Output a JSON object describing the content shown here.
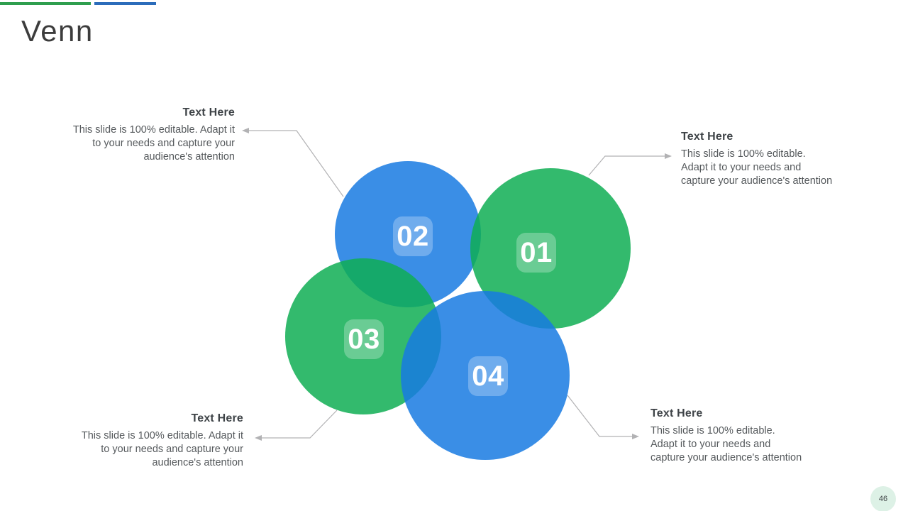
{
  "slide": {
    "title": "Venn",
    "page_number": "46"
  },
  "accent_bars": {
    "green": "#2f9e4e",
    "blue": "#2b6cba"
  },
  "venn": {
    "type": "venn",
    "colors": {
      "green": "rgba(15,174,84,0.85)",
      "blue": "rgba(23,122,226,0.85)",
      "page_badge_bg": "#ddf1e6"
    },
    "circles": [
      {
        "label": "01",
        "color": "green"
      },
      {
        "label": "02",
        "color": "blue"
      },
      {
        "label": "03",
        "color": "green"
      },
      {
        "label": "04",
        "color": "blue"
      }
    ]
  },
  "callouts": {
    "top_left": {
      "heading": "Text Here",
      "lines": [
        "This slide is 100% editable. Adapt it",
        "to your needs and capture your",
        "audience's attention"
      ]
    },
    "top_right": {
      "heading": "Text Here",
      "lines": [
        "This slide is 100% editable.",
        "Adapt it to your needs and",
        "capture your audience's attention"
      ]
    },
    "bottom_left": {
      "heading": "Text Here",
      "lines": [
        "This slide is 100% editable. Adapt it",
        "to your needs and capture your",
        "audience's attention"
      ]
    },
    "bottom_right": {
      "heading": "Text Here",
      "lines": [
        "This slide is 100% editable.",
        "Adapt it to your needs and",
        "capture your audience's attention"
      ]
    }
  }
}
